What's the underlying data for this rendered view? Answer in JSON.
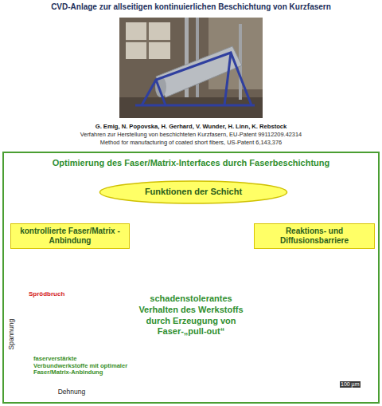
{
  "diagram": {
    "title": "CVD-Anlage zur allseitigen kontinuierlichen Beschichtung von Kurzfasern",
    "nodes": [
      {
        "text": [
          "Optimierung des Faser/Matrix-Interfaces durch Faserbeschichtung"
        ]
      },
      {
        "text": [
          "Funktionen der Schicht"
        ],
        "in": 0
      },
      {
        "text": [
          "kontrollierte Faser/Matrix - Anbindung"
        ],
        "in": 0
      },
      {
        "text": [
          "Reaktions- und Diffusionsbarriere"
        ],
        "in": 0
      }
    ],
    "edges": [
      {
        "from": 1,
        "to": 2,
        "arrow": "to"
      },
      {
        "from": 1,
        "to": 3,
        "arrow": "to"
      }
    ],
    "labels": [
      "G. Emig, N. Popovska, H. Gerhard, V. Wunder, H. Linn, K. Rebstock",
      "Verfahren zur Herstellung von beschichteten Kurzfasern, EU-Patent 99112209.42314",
      "Method for manufacturing of coated short fibers, US-Patent 6,143,376",
      "schadenstolerantes Verhalten des Werkstoffs durch Erzeugung von Faser-„pull-out“",
      "Sprödbruch",
      "Spannung",
      "Dehnung",
      "faserverstärkte Verbundwerkstoffe mit optimaler Faser/Matrix-Anbindung",
      "100 µm"
    ]
  }
}
